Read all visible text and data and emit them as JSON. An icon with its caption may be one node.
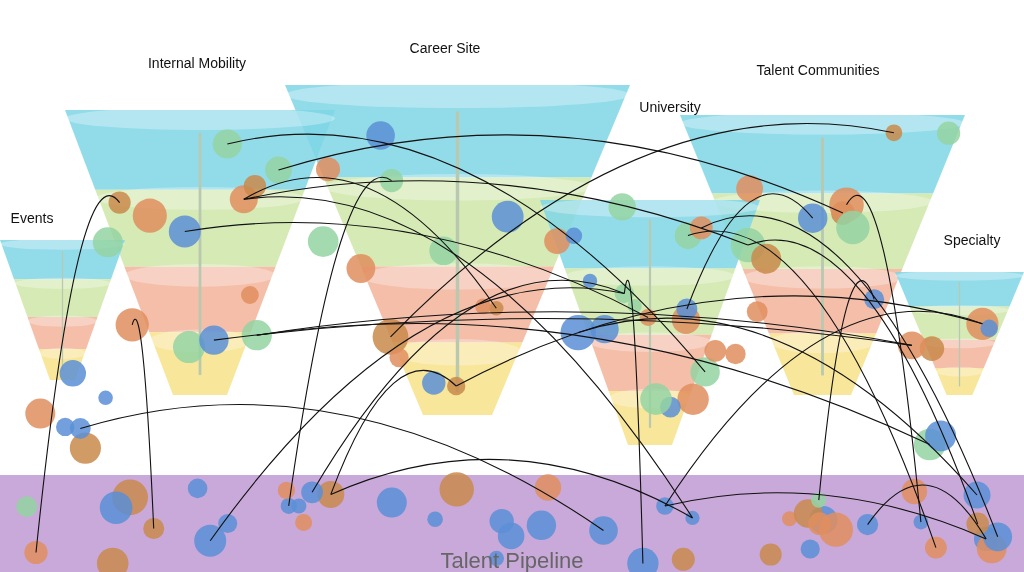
{
  "diagram": {
    "nodes": [
      {
        "text": [
          "Career Site"
        ]
      },
      {
        "text": [
          "Internal Mobility"
        ]
      },
      {
        "text": [
          "Talent Communities"
        ]
      },
      {
        "text": [
          "University"
        ]
      },
      {
        "text": [
          "Events"
        ]
      },
      {
        "text": [
          "Specialty"
        ]
      },
      {
        "text": [
          "Talent Pipeline"
        ]
      }
    ]
  }
}
